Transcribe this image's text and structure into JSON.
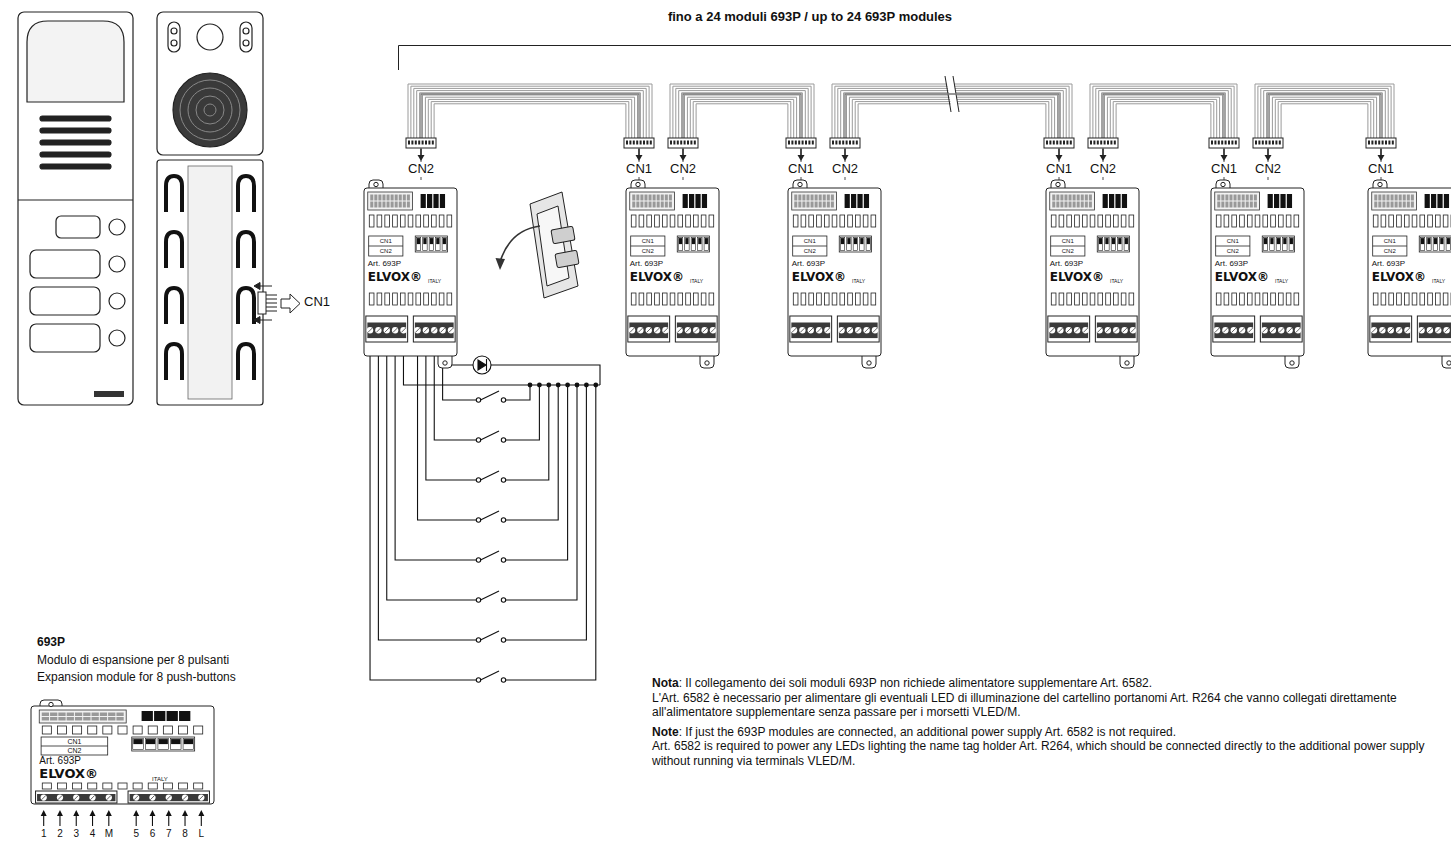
{
  "diagram": {
    "title": "fino a 24 moduli 693P / up to 24 693P modules",
    "nodes": [
      {
        "text": [
          "CN1",
          "CN2",
          "Art. 693P",
          "ELVOX®",
          "ITALY"
        ]
      },
      {
        "text": [
          "CN1",
          "CN2",
          "Art. 693P",
          "ELVOX®",
          "ITALY"
        ]
      },
      {
        "text": [
          "CN1",
          "CN2",
          "Art. 693P",
          "ELVOX®",
          "ITALY"
        ]
      },
      {
        "text": [
          "CN1",
          "CN2",
          "Art. 693P",
          "ELVOX®",
          "ITALY"
        ]
      },
      {
        "text": [
          "CN1",
          "CN2",
          "Art. 693P",
          "ELVOX®",
          "ITALY"
        ]
      },
      {
        "text": [
          "CN1",
          "CN2",
          "Art. 693P",
          "ELVOX®",
          "ITALY"
        ]
      },
      {
        "text": [
          "CN1",
          "CN2",
          "Art. 693P",
          "ELVOX®",
          "ITALY"
        ]
      }
    ],
    "edges": [
      {
        "from": 0,
        "to": 1,
        "arrow": "none"
      },
      {
        "from": 1,
        "to": 2,
        "arrow": "none"
      },
      {
        "from": 2,
        "to": 3,
        "arrow": "none"
      },
      {
        "from": 3,
        "to": 4,
        "arrow": "none"
      },
      {
        "from": 4,
        "to": 5,
        "arrow": "none"
      }
    ],
    "labels": [
      "CN1",
      "CN2",
      "CN1",
      "CN2",
      "CN1",
      "CN2",
      "CN1",
      "CN2",
      "CN1",
      "CN2",
      "CN1",
      "693P",
      "Modulo di espansione per 8 pulsanti",
      "Expansion module for 8 push-buttons",
      "1",
      "2",
      "3",
      "4",
      "M",
      "5",
      "6",
      "7",
      "8",
      "L",
      "Nota",
      ": Il collegamento dei soli moduli 693P non richiede alimentatore supplementare Art. 6582.",
      "L'Art. 6582 è necessario per alimentare gli eventuali LED di illuminazione del cartellino portanomi Art. R264 che vanno collegati direttamente all'alimentatore supplementare senza passare per i morsetti VLED/M.",
      "Note",
      ": If just the 693P modules are connected, an additional power supply Art. 6582 is not required.",
      "Art. 6582 is required to power any LEDs lighting the name tag holder Art. R264, which should be connected directly to the additional power supply without running via terminals VLED/M."
    ]
  }
}
